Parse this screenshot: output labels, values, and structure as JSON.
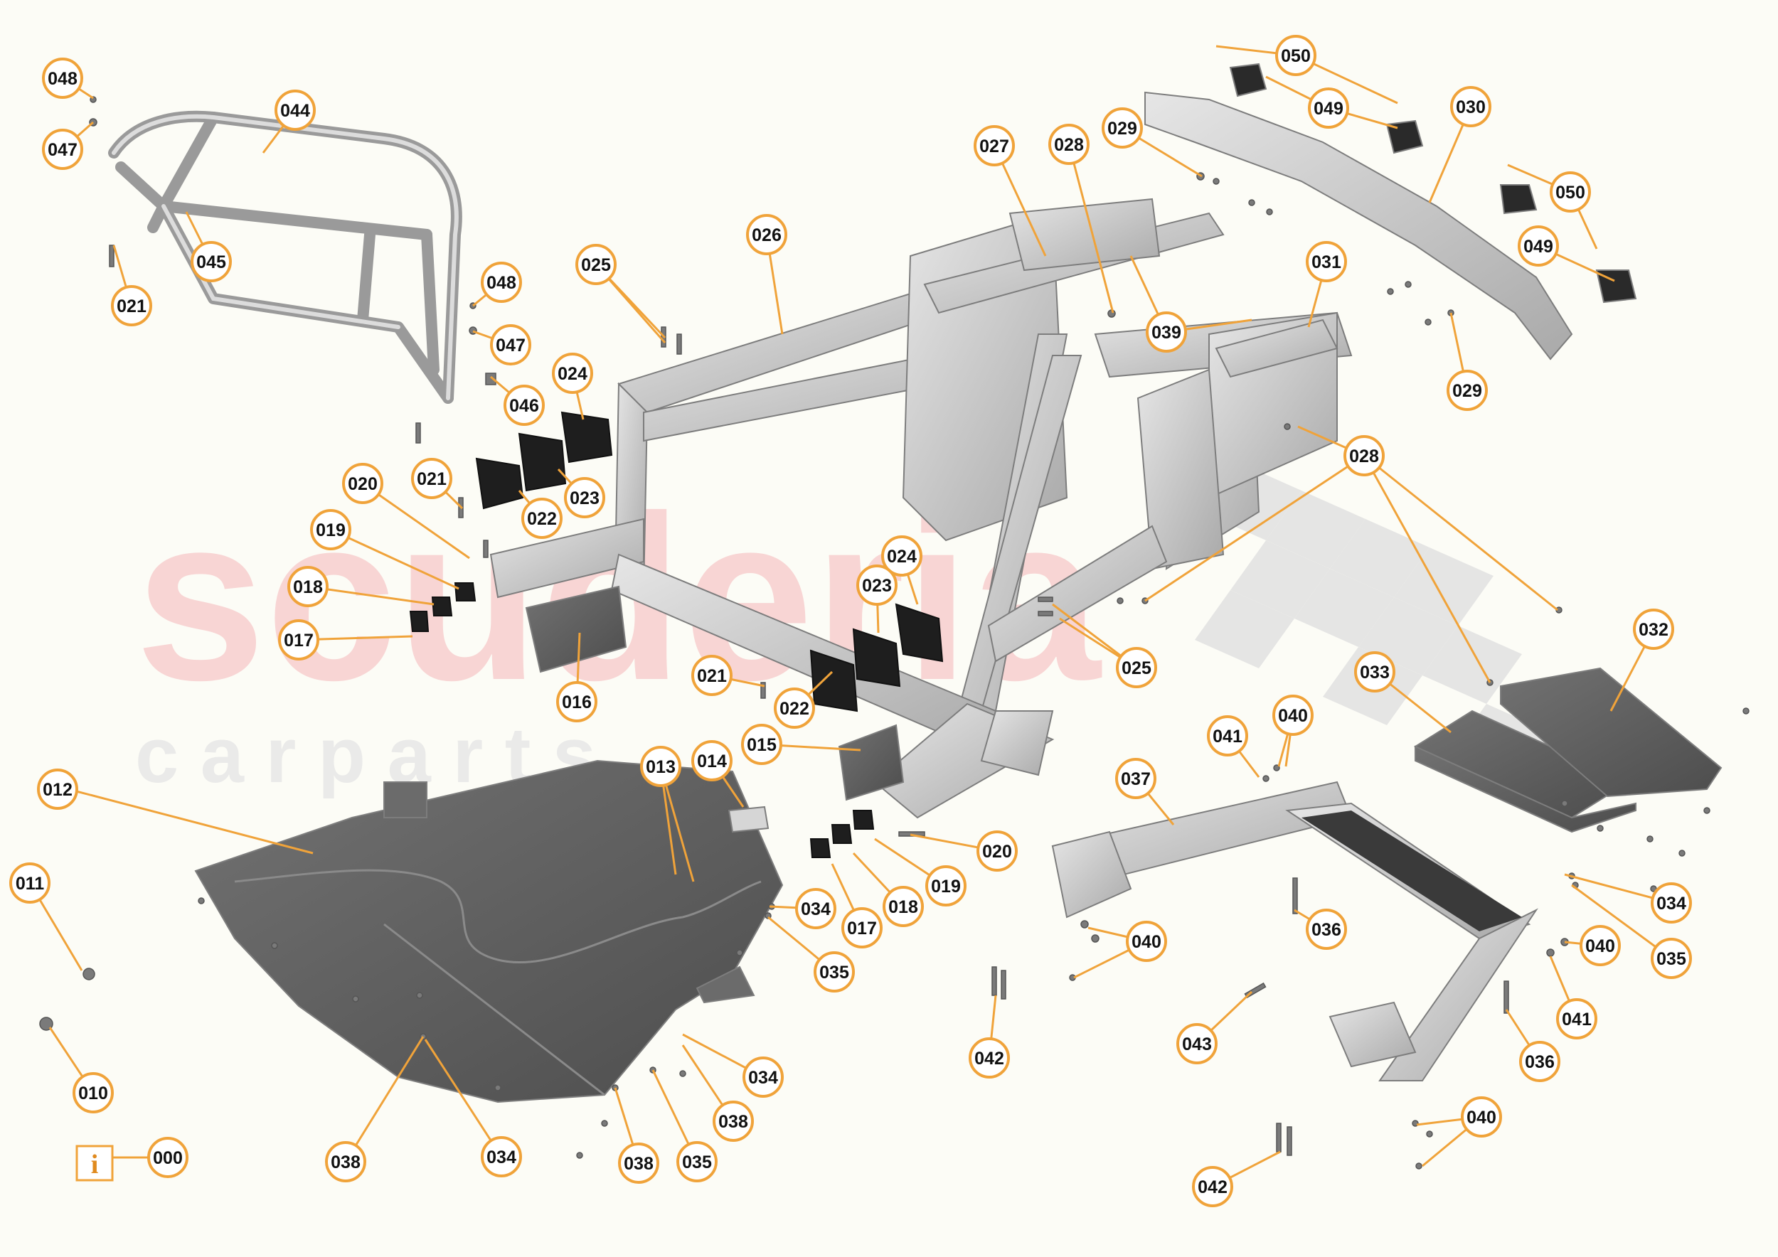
{
  "watermark": {
    "brand": "scuderia",
    "tagline": "c a r p a r t s"
  },
  "colors": {
    "callout_border": "#f0a33a",
    "leader_line": "#f0a33a",
    "callout_fill": "#ffffff",
    "frame_metal": "#c9c9c9",
    "panel_dark": "#5c5c5c",
    "gasket_black": "#1e1e1e",
    "watermark_red": "#f7c9c9"
  },
  "info_icon": {
    "glyph": "i",
    "label": "000"
  },
  "callouts": [
    {
      "label": "048"
    },
    {
      "label": "047"
    },
    {
      "label": "044"
    },
    {
      "label": "045"
    },
    {
      "label": "021"
    },
    {
      "label": "048"
    },
    {
      "label": "047"
    },
    {
      "label": "046"
    },
    {
      "label": "025"
    },
    {
      "label": "026"
    },
    {
      "label": "027"
    },
    {
      "label": "028"
    },
    {
      "label": "029"
    },
    {
      "label": "050"
    },
    {
      "label": "049"
    },
    {
      "label": "030"
    },
    {
      "label": "050"
    },
    {
      "label": "049"
    },
    {
      "label": "031"
    },
    {
      "label": "039"
    },
    {
      "label": "029"
    },
    {
      "label": "028"
    },
    {
      "label": "024"
    },
    {
      "label": "023"
    },
    {
      "label": "022"
    },
    {
      "label": "021"
    },
    {
      "label": "020"
    },
    {
      "label": "019"
    },
    {
      "label": "018"
    },
    {
      "label": "017"
    },
    {
      "label": "016"
    },
    {
      "label": "024"
    },
    {
      "label": "023"
    },
    {
      "label": "022"
    },
    {
      "label": "021"
    },
    {
      "label": "025"
    },
    {
      "label": "032"
    },
    {
      "label": "033"
    },
    {
      "label": "040"
    },
    {
      "label": "041"
    },
    {
      "label": "037"
    },
    {
      "label": "015"
    },
    {
      "label": "014"
    },
    {
      "label": "013"
    },
    {
      "label": "012"
    },
    {
      "label": "011"
    },
    {
      "label": "010"
    },
    {
      "label": "020"
    },
    {
      "label": "019"
    },
    {
      "label": "018"
    },
    {
      "label": "017"
    },
    {
      "label": "034"
    },
    {
      "label": "035"
    },
    {
      "label": "034"
    },
    {
      "label": "035"
    },
    {
      "label": "040"
    },
    {
      "label": "036"
    },
    {
      "label": "040"
    },
    {
      "label": "041"
    },
    {
      "label": "036"
    },
    {
      "label": "043"
    },
    {
      "label": "042"
    },
    {
      "label": "040"
    },
    {
      "label": "042"
    },
    {
      "label": "034"
    },
    {
      "label": "038"
    },
    {
      "label": "035"
    },
    {
      "label": "038"
    },
    {
      "label": "038"
    },
    {
      "label": "034"
    }
  ]
}
